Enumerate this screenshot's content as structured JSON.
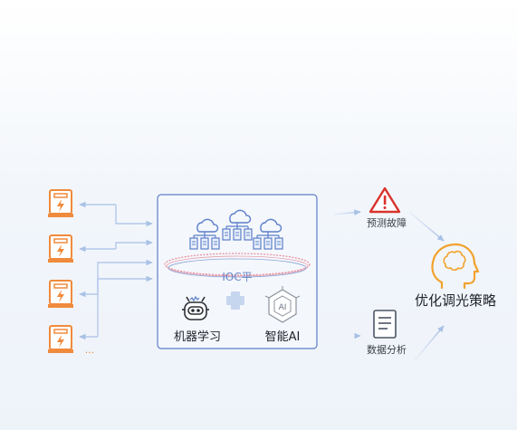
{
  "platform": {
    "ring_label": "IOC平",
    "module_ml_label": "机器学习",
    "module_ai_label": "智能AI",
    "ai_badge_text": "AI"
  },
  "inputs": {
    "more_label": "..."
  },
  "outputs": {
    "prediction_label": "预测故障",
    "analysis_label": "数据分析",
    "strategy_label": "优化调光策略"
  },
  "colors": {
    "device_orange": "#f08a3c",
    "platform_border": "#5b7fc9",
    "arrow_blue": "#a9c1e6",
    "warning_red": "#d9322b",
    "brain_orange": "#f2a22e"
  },
  "icons": {
    "devices": "charging-pile-icon",
    "cloud": "cloud-server-icon",
    "robot": "robot-icon",
    "ai": "ai-chip-icon",
    "warning": "warning-icon",
    "document": "document-icon",
    "brain": "brain-head-icon"
  }
}
